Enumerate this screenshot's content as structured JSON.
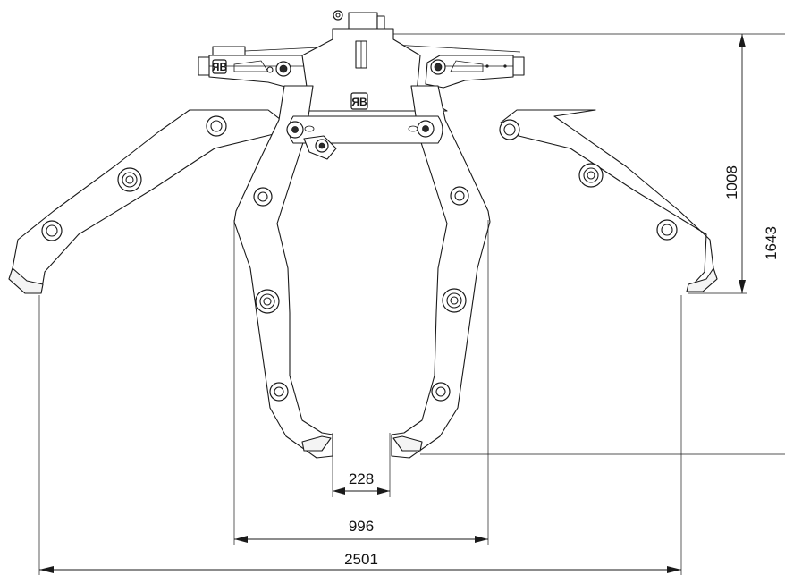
{
  "dimensions": {
    "tip_gap": "228",
    "inner_span": "996",
    "outer_span": "2501",
    "outer_height": "1008",
    "total_height": "1643"
  },
  "logo_mark": "ЯB",
  "colors": {
    "line": "#1a1a1a",
    "background": "#ffffff"
  }
}
